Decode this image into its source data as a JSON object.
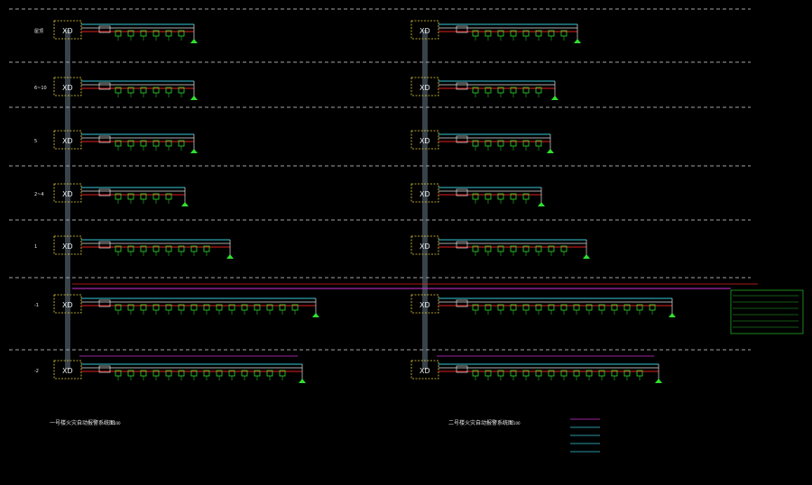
{
  "colors": {
    "background": "#000000",
    "floor_line": "#d8d8d8",
    "panel_box": "#e8d23a",
    "riser": "#8fa6b8",
    "bus_red": "#e02020",
    "bus_cyan": "#38c8d8",
    "bus_white": "#e0e0e0",
    "device_green": "#30e030",
    "magenta": "#d030d0",
    "text": "#e8e8e8"
  },
  "floors": [
    {
      "label": "屋顶",
      "panel": "XD"
    },
    {
      "label": "6~10",
      "panel": "XD"
    },
    {
      "label": "5",
      "panel": "XD"
    },
    {
      "label": "2~4",
      "panel": "XD"
    },
    {
      "label": "1",
      "panel": "XD"
    },
    {
      "label": "-1",
      "panel": "XD"
    },
    {
      "label": "-2",
      "panel": "XD"
    }
  ],
  "titles": {
    "left": "一号楼火灾自动报警系统图",
    "left_scale": "1:100",
    "right": "二号楼火灾自动报警系统图",
    "right_scale": "1:100"
  },
  "icons": {
    "panel": "fire-alarm-panel-icon",
    "detector": "smoke-detector-icon",
    "module": "input-module-icon",
    "bell": "alarm-bell-icon"
  }
}
